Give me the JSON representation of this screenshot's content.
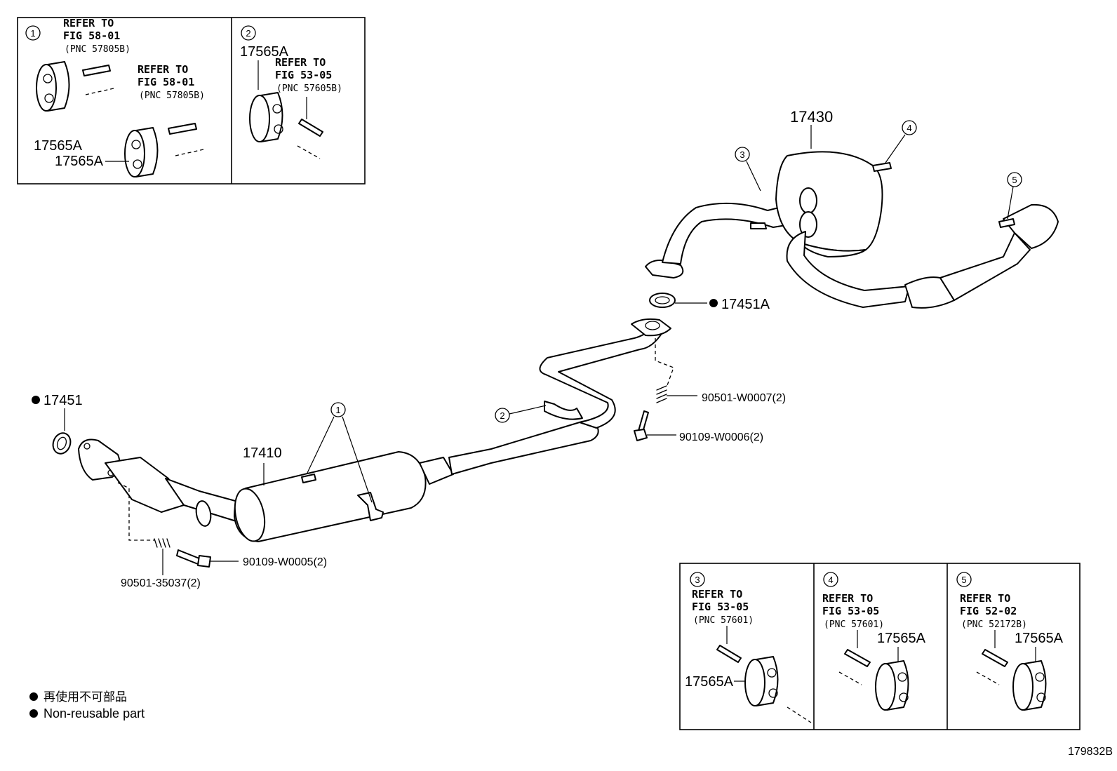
{
  "detail_1": {
    "marker": "1",
    "ref_a": {
      "line1": "REFER TO",
      "line2": "FIG 58-01",
      "line3": "(PNC 57805B)"
    },
    "ref_b": {
      "line1": "REFER TO",
      "line2": "FIG 58-01",
      "line3": "(PNC 57805B)"
    },
    "part_a": "17565A",
    "part_b": "17565A"
  },
  "detail_2": {
    "marker": "2",
    "part": "17565A",
    "ref": {
      "line1": "REFER TO",
      "line2": "FIG 53-05",
      "line3": "(PNC 57605B)"
    }
  },
  "detail_3": {
    "marker": "3",
    "ref": {
      "line1": "REFER TO",
      "line2": "FIG 53-05",
      "line3": "(PNC 57601)"
    },
    "part": "17565A"
  },
  "detail_4": {
    "marker": "4",
    "ref": {
      "line1": "REFER TO",
      "line2": "FIG 53-05",
      "line3": "(PNC 57601)"
    },
    "part": "17565A"
  },
  "detail_5": {
    "marker": "5",
    "ref": {
      "line1": "REFER TO",
      "line2": "FIG 52-02",
      "line3": "(PNC 52172B)"
    },
    "part": "17565A"
  },
  "main": {
    "muffler_rear": "17430",
    "gasket_rear": "17451A",
    "gasket_front": "17451",
    "center_pipe": "17410",
    "spring_rear": "90501-W0007(2)",
    "bolt_rear": "90109-W0006(2)",
    "bolt_front": "90109-W0005(2)",
    "spring_front": "90501-35037(2)",
    "callouts": [
      "1",
      "2",
      "3",
      "4",
      "5"
    ]
  },
  "legend": {
    "japanese": "再使用不可部品",
    "english": "Non-reusable part"
  },
  "figure_id": "179832B"
}
